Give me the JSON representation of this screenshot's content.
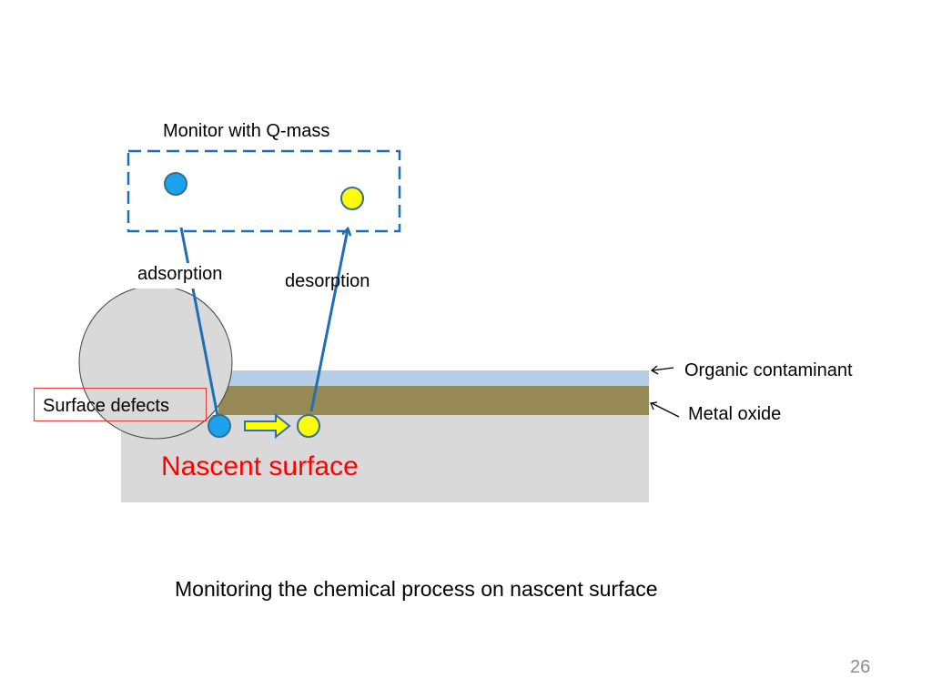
{
  "labels": {
    "monitor": "Monitor with Q-mass",
    "adsorption": "adsorption",
    "desorption": "desorption",
    "organic_contaminant": "Organic contaminant",
    "metal_oxide": "Metal oxide",
    "surface_defects": "Surface defects",
    "nascent_surface": "Nascent surface"
  },
  "caption": "Monitoring the chemical process on nascent surface",
  "page_number": "26",
  "colors": {
    "dashed_box": "#1f6fb5",
    "blue_particle": "#1aa3ec",
    "yellow_particle": "#ffff00",
    "particle_outline": "#3a6c8f",
    "arrow": "#1f6fb5",
    "organic_layer": "#b7cfe6",
    "metal_oxide_layer": "#958a55",
    "substrate": "#d9d9d9",
    "magnifier": "#d9d9d9",
    "nascent_text": "#ff0000",
    "defects_box": "#e23a3a",
    "process_arrow_fill": "#ffff00",
    "process_arrow_stroke": "#2f6fb5"
  }
}
